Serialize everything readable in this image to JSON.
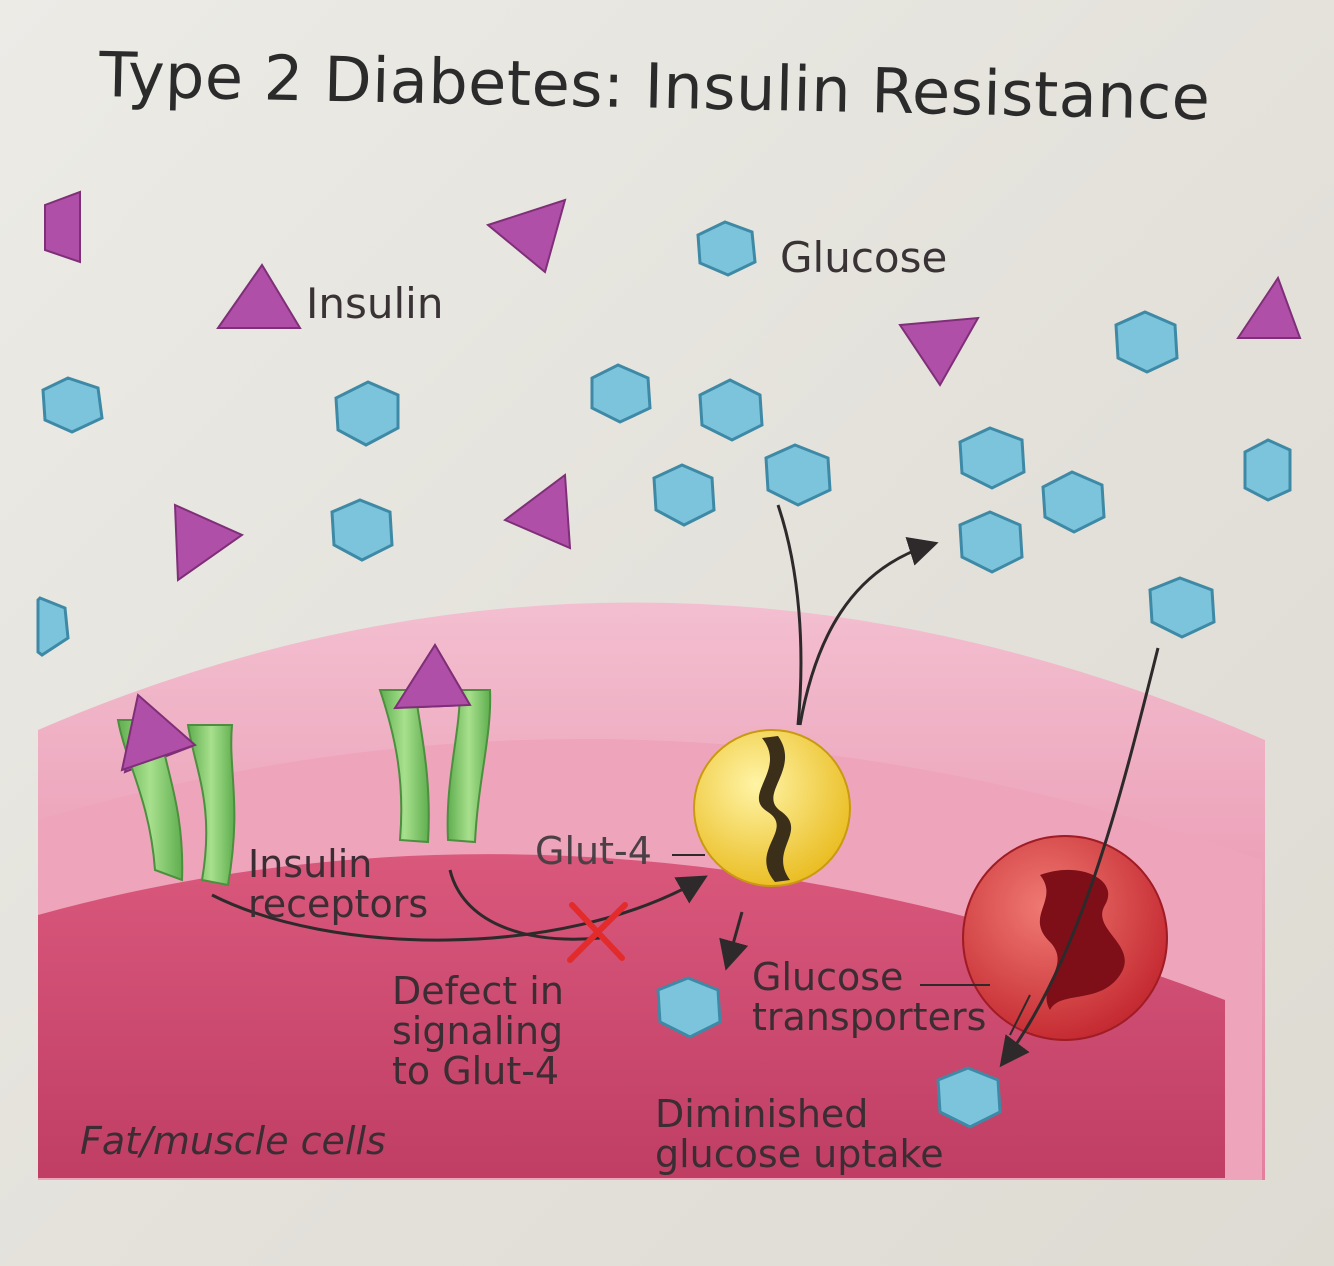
{
  "title": "Type 2 Diabetes: Insulin Resistance",
  "labels": {
    "insulin": "Insulin",
    "glucose": "Glucose",
    "insulin_receptors": [
      "Insulin",
      "receptors"
    ],
    "glut4": "Glut-4",
    "defect": [
      "Defect in",
      "signaling",
      "to Glut-4"
    ],
    "glucose_transporters": [
      "Glucose",
      "transporters"
    ],
    "diminished": [
      "Diminished",
      "glucose uptake"
    ],
    "cells": "Fat/muscle cells"
  },
  "colors": {
    "insulin": "#b04fa8",
    "glucose": "#7cc4dc",
    "receptor": "#7cc86a",
    "glut4": "#f3d23a",
    "transporter": "#d9474a",
    "cell": "#c8496d",
    "defect_mark": "#e32b2b"
  },
  "icons": {
    "insulin": "insulin-triangle-icon",
    "glucose": "glucose-hexagon-icon",
    "defect": "red-x-icon"
  }
}
